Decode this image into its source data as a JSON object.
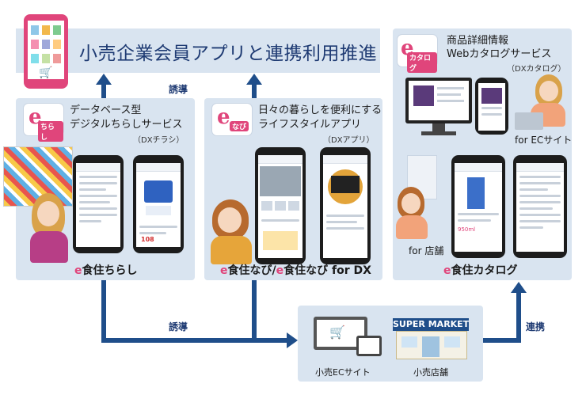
{
  "banner": {
    "title": "小売企業会員アプリと連携利用推進"
  },
  "chirashi": {
    "icon_tag": "ちらし",
    "title_line1": "データベース型",
    "title_line2": "デジタルちらしサービス",
    "sub": "（DXチラシ）",
    "name_e": "e",
    "name_rest": "食住ちらし"
  },
  "nabi": {
    "icon_tag": "なび",
    "title_line1": "日々の暮らしを便利にする",
    "title_line2": "ライフスタイルアプリ",
    "sub": "（DXアプリ）",
    "name_e1": "e",
    "name_mid": "食住なび/",
    "name_e2": "e",
    "name_rest": "食住なび for DX"
  },
  "catalog": {
    "icon_tag": "カタログ",
    "title_line1": "商品詳細情報",
    "title_line2": "Webカタログサービス",
    "sub": "（DXカタログ）",
    "for_ec": "for ECサイト",
    "for_store": "for 店舗",
    "name_e": "e",
    "name_rest": "食住カタログ"
  },
  "arrows": {
    "guide_top": "誘導",
    "guide_bottom": "誘導",
    "link": "連携"
  },
  "retail": {
    "ec_label": "小売ECサイト",
    "store_label": "小売店舗",
    "supermarket_sign": "SUPER MARKET"
  },
  "colors": {
    "navy": "#1f4e8a",
    "pink": "#e0457b",
    "panel": "#d9e4f0"
  }
}
